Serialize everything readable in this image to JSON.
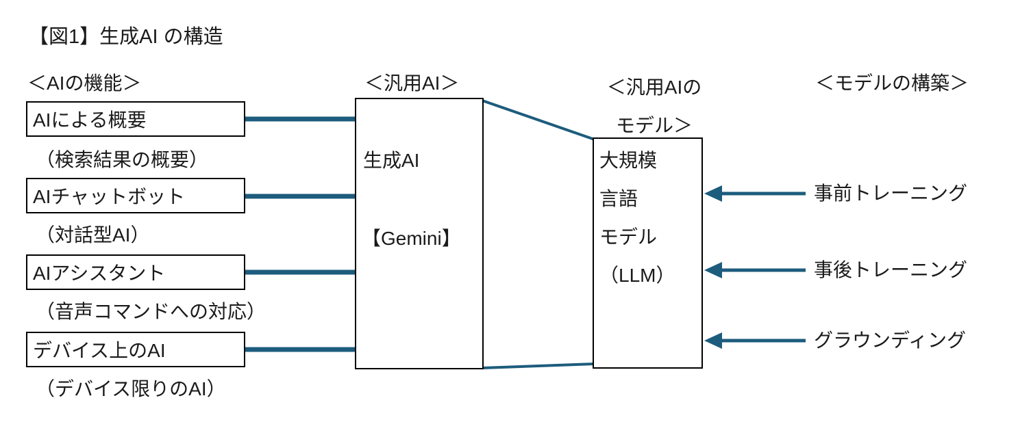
{
  "colors": {
    "accent": "#1d5c7d",
    "box_border": "#000000",
    "text": "#1a1a1a",
    "background": "#ffffff"
  },
  "title": "【図1】生成AI の構造",
  "headers": {
    "functions": "＜AIの機能＞",
    "general_ai": "＜汎用AI＞",
    "general_ai_model_line1": "＜汎用AIの",
    "general_ai_model_line2": "モデル＞",
    "model_building": "＜モデルの構築＞"
  },
  "functions": {
    "items": [
      {
        "label": "AIによる概要",
        "caption": "（検索結果の概要）"
      },
      {
        "label": "AIチャットボット",
        "caption": "（対話型AI）"
      },
      {
        "label": "AIアシスタント",
        "caption": "（音声コマンドへの対応）"
      },
      {
        "label": "デバイス上のAI",
        "caption": "（デバイス限りのAI）"
      }
    ]
  },
  "general_ai_box": {
    "line1": "生成AI",
    "line2": "【Gemini】"
  },
  "llm_box": {
    "lines": [
      "大規模",
      "言語",
      "モデル",
      "（LLM）"
    ]
  },
  "training_labels": [
    {
      "label": "事前トレーニング"
    },
    {
      "label": "事後トレーニング"
    },
    {
      "label": "グラウンディング"
    }
  ]
}
